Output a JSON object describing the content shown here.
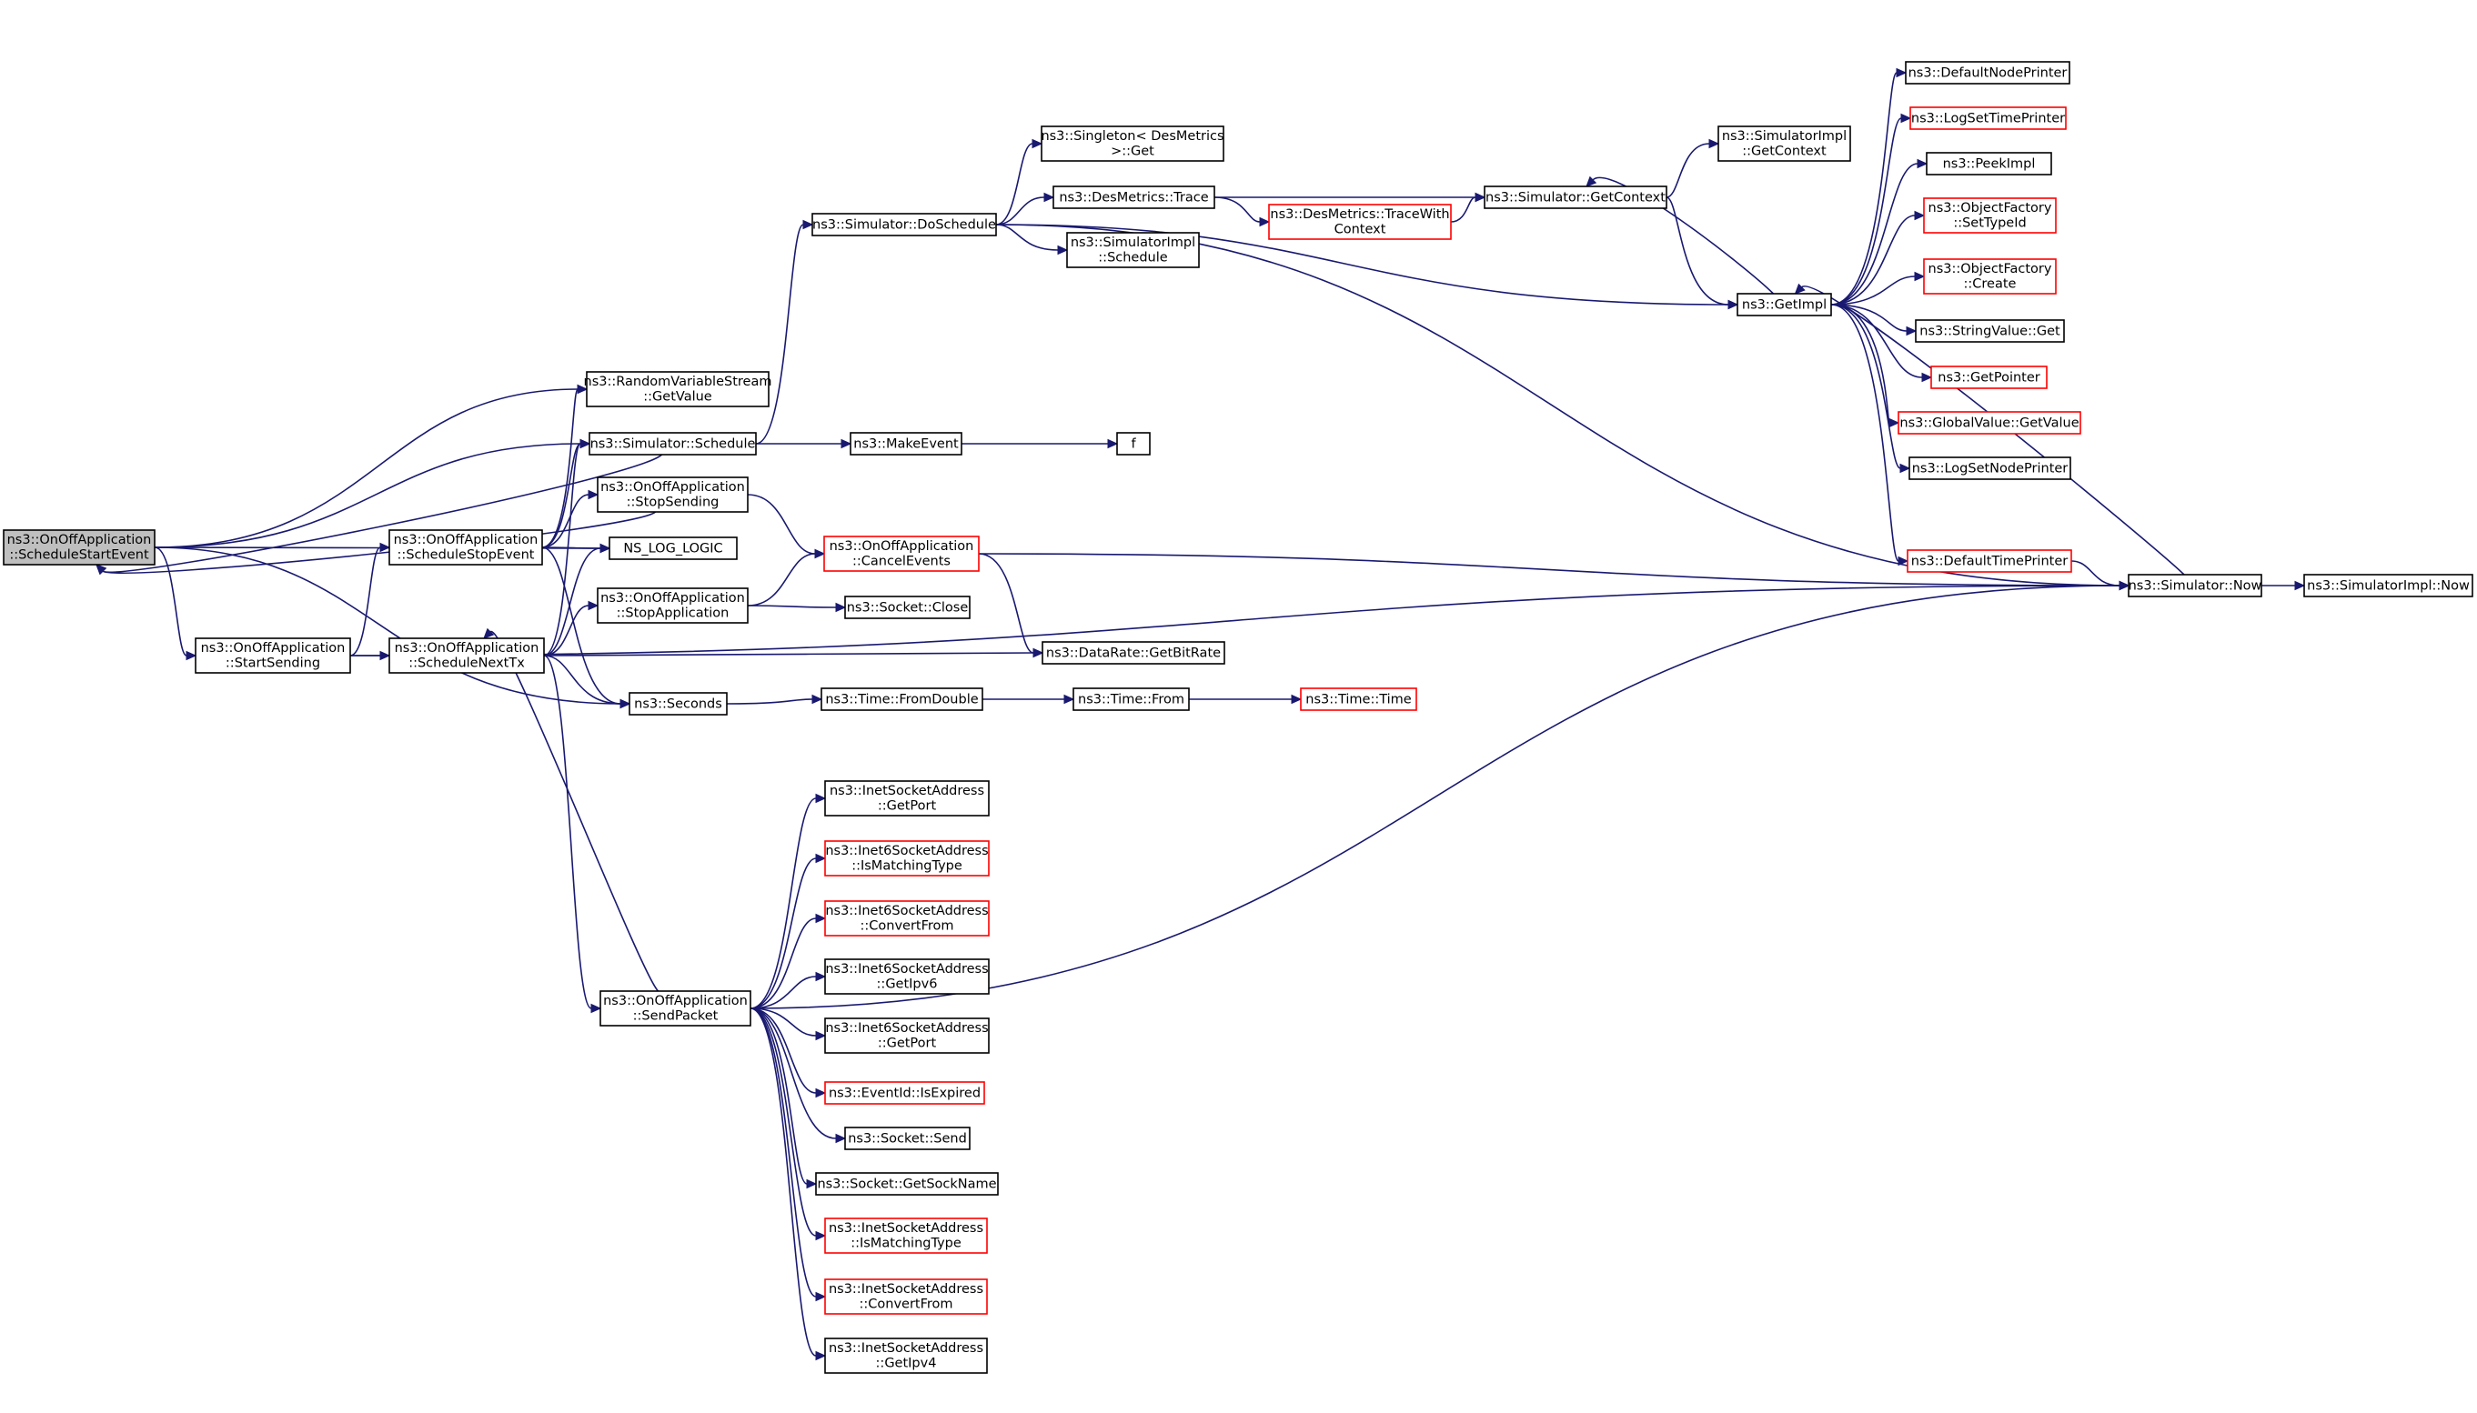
{
  "colors": {
    "edge": "#191970",
    "border_default": "#000000",
    "border_truncated": "#ff0000",
    "fill_default": "#ffffff",
    "fill_root": "#bfbfbf"
  },
  "nodes": [
    {
      "id": "root",
      "lines": [
        "ns3::OnOffApplication",
        "::ScheduleStartEvent"
      ],
      "style": "root"
    },
    {
      "id": "startSending",
      "lines": [
        "ns3::OnOffApplication",
        "::StartSending"
      ],
      "style": "normal"
    },
    {
      "id": "scheduleStopEvent",
      "lines": [
        "ns3::OnOffApplication",
        "::ScheduleStopEvent"
      ],
      "style": "normal"
    },
    {
      "id": "scheduleNextTx",
      "lines": [
        "ns3::OnOffApplication",
        "::ScheduleNextTx"
      ],
      "style": "normal"
    },
    {
      "id": "getValueRVS",
      "lines": [
        "ns3::RandomVariableStream",
        "::GetValue"
      ],
      "style": "normal"
    },
    {
      "id": "simSchedule",
      "lines": [
        "ns3::Simulator::Schedule"
      ],
      "style": "normal"
    },
    {
      "id": "stopSending",
      "lines": [
        "ns3::OnOffApplication",
        "::StopSending"
      ],
      "style": "normal"
    },
    {
      "id": "nsLogLogic",
      "lines": [
        "NS_LOG_LOGIC"
      ],
      "style": "normal"
    },
    {
      "id": "stopApplication",
      "lines": [
        "ns3::OnOffApplication",
        "::StopApplication"
      ],
      "style": "normal"
    },
    {
      "id": "seconds",
      "lines": [
        "ns3::Seconds"
      ],
      "style": "normal"
    },
    {
      "id": "sendPacket",
      "lines": [
        "ns3::OnOffApplication",
        "::SendPacket"
      ],
      "style": "normal"
    },
    {
      "id": "doSchedule",
      "lines": [
        "ns3::Simulator::DoSchedule"
      ],
      "style": "normal"
    },
    {
      "id": "makeEvent",
      "lines": [
        "ns3::MakeEvent"
      ],
      "style": "normal"
    },
    {
      "id": "f",
      "lines": [
        "f"
      ],
      "style": "normal"
    },
    {
      "id": "cancelEvents",
      "lines": [
        "ns3::OnOffApplication",
        "::CancelEvents"
      ],
      "style": "truncated"
    },
    {
      "id": "socketClose",
      "lines": [
        "ns3::Socket::Close"
      ],
      "style": "normal"
    },
    {
      "id": "getBitRate",
      "lines": [
        "ns3::DataRate::GetBitRate"
      ],
      "style": "normal"
    },
    {
      "id": "fromDouble",
      "lines": [
        "ns3::Time::FromDouble"
      ],
      "style": "normal"
    },
    {
      "id": "timeFrom",
      "lines": [
        "ns3::Time::From"
      ],
      "style": "normal"
    },
    {
      "id": "timeTime",
      "lines": [
        "ns3::Time::Time"
      ],
      "style": "truncated"
    },
    {
      "id": "singletonGet",
      "lines": [
        "ns3::Singleton< DesMetrics",
        ">::Get"
      ],
      "style": "normal"
    },
    {
      "id": "desTrace",
      "lines": [
        "ns3::DesMetrics::Trace"
      ],
      "style": "normal"
    },
    {
      "id": "simImplSchedule",
      "lines": [
        "ns3::SimulatorImpl",
        "::Schedule"
      ],
      "style": "normal"
    },
    {
      "id": "traceWithContext",
      "lines": [
        "ns3::DesMetrics::TraceWith",
        "Context"
      ],
      "style": "truncated"
    },
    {
      "id": "simGetContext",
      "lines": [
        "ns3::Simulator::GetContext"
      ],
      "style": "normal"
    },
    {
      "id": "simImplGetContext",
      "lines": [
        "ns3::SimulatorImpl",
        "::GetContext"
      ],
      "style": "normal"
    },
    {
      "id": "getImpl",
      "lines": [
        "ns3::GetImpl"
      ],
      "style": "normal"
    },
    {
      "id": "defaultNodePrinter",
      "lines": [
        "ns3::DefaultNodePrinter"
      ],
      "style": "normal"
    },
    {
      "id": "logSetTimePrinter",
      "lines": [
        "ns3::LogSetTimePrinter"
      ],
      "style": "truncated"
    },
    {
      "id": "peekImpl",
      "lines": [
        "ns3::PeekImpl"
      ],
      "style": "normal"
    },
    {
      "id": "ofSetTypeId",
      "lines": [
        "ns3::ObjectFactory",
        "::SetTypeId"
      ],
      "style": "truncated"
    },
    {
      "id": "ofCreate",
      "lines": [
        "ns3::ObjectFactory",
        "::Create"
      ],
      "style": "truncated"
    },
    {
      "id": "stringValueGet",
      "lines": [
        "ns3::StringValue::Get"
      ],
      "style": "normal"
    },
    {
      "id": "getPointer",
      "lines": [
        "ns3::GetPointer"
      ],
      "style": "truncated"
    },
    {
      "id": "globalValueGetValue",
      "lines": [
        "ns3::GlobalValue::GetValue"
      ],
      "style": "truncated"
    },
    {
      "id": "logSetNodePrinter",
      "lines": [
        "ns3::LogSetNodePrinter"
      ],
      "style": "normal"
    },
    {
      "id": "defaultTimePrinter",
      "lines": [
        "ns3::DefaultTimePrinter"
      ],
      "style": "truncated"
    },
    {
      "id": "simNow",
      "lines": [
        "ns3::Simulator::Now"
      ],
      "style": "normal"
    },
    {
      "id": "simImplNow",
      "lines": [
        "ns3::SimulatorImpl::Now"
      ],
      "style": "normal"
    },
    {
      "id": "inetGetPort",
      "lines": [
        "ns3::InetSocketAddress",
        "::GetPort"
      ],
      "style": "normal"
    },
    {
      "id": "inet6IsMatchingType",
      "lines": [
        "ns3::Inet6SocketAddress",
        "::IsMatchingType"
      ],
      "style": "truncated"
    },
    {
      "id": "inet6ConvertFrom",
      "lines": [
        "ns3::Inet6SocketAddress",
        "::ConvertFrom"
      ],
      "style": "truncated"
    },
    {
      "id": "inet6GetIpv6",
      "lines": [
        "ns3::Inet6SocketAddress",
        "::GetIpv6"
      ],
      "style": "normal"
    },
    {
      "id": "inet6GetPort",
      "lines": [
        "ns3::Inet6SocketAddress",
        "::GetPort"
      ],
      "style": "normal"
    },
    {
      "id": "eventIdIsExpired",
      "lines": [
        "ns3::EventId::IsExpired"
      ],
      "style": "truncated"
    },
    {
      "id": "socketSend",
      "lines": [
        "ns3::Socket::Send"
      ],
      "style": "normal"
    },
    {
      "id": "socketGetSockName",
      "lines": [
        "ns3::Socket::GetSockName"
      ],
      "style": "normal"
    },
    {
      "id": "inetIsMatchingType",
      "lines": [
        "ns3::InetSocketAddress",
        "::IsMatchingType"
      ],
      "style": "truncated"
    },
    {
      "id": "inetConvertFrom",
      "lines": [
        "ns3::InetSocketAddress",
        "::ConvertFrom"
      ],
      "style": "truncated"
    },
    {
      "id": "inetGetIpv4",
      "lines": [
        "ns3::InetSocketAddress",
        "::GetIpv4"
      ],
      "style": "normal"
    }
  ],
  "edges": [
    [
      "root",
      "getValueRVS"
    ],
    [
      "root",
      "simSchedule"
    ],
    [
      "root",
      "nsLogLogic"
    ],
    [
      "root",
      "startSending"
    ],
    [
      "root",
      "seconds"
    ],
    [
      "startSending",
      "scheduleStopEvent"
    ],
    [
      "startSending",
      "scheduleNextTx"
    ],
    [
      "startSending",
      "simNow"
    ],
    [
      "scheduleStopEvent",
      "getValueRVS"
    ],
    [
      "scheduleStopEvent",
      "simSchedule"
    ],
    [
      "scheduleStopEvent",
      "stopSending"
    ],
    [
      "scheduleStopEvent",
      "nsLogLogic"
    ],
    [
      "scheduleStopEvent",
      "seconds"
    ],
    [
      "stopSending",
      "root"
    ],
    [
      "stopSending",
      "cancelEvents"
    ],
    [
      "scheduleNextTx",
      "simSchedule"
    ],
    [
      "scheduleNextTx",
      "nsLogLogic"
    ],
    [
      "scheduleNextTx",
      "stopApplication"
    ],
    [
      "scheduleNextTx",
      "getBitRate"
    ],
    [
      "scheduleNextTx",
      "seconds"
    ],
    [
      "scheduleNextTx",
      "sendPacket"
    ],
    [
      "sendPacket",
      "scheduleNextTx"
    ],
    [
      "simSchedule",
      "root"
    ],
    [
      "simSchedule",
      "doSchedule"
    ],
    [
      "simSchedule",
      "makeEvent"
    ],
    [
      "makeEvent",
      "f"
    ],
    [
      "stopApplication",
      "cancelEvents"
    ],
    [
      "stopApplication",
      "socketClose"
    ],
    [
      "cancelEvents",
      "getBitRate"
    ],
    [
      "cancelEvents",
      "simNow"
    ],
    [
      "seconds",
      "fromDouble"
    ],
    [
      "fromDouble",
      "timeFrom"
    ],
    [
      "timeFrom",
      "timeTime"
    ],
    [
      "doSchedule",
      "singletonGet"
    ],
    [
      "doSchedule",
      "desTrace"
    ],
    [
      "doSchedule",
      "simImplSchedule"
    ],
    [
      "doSchedule",
      "getImpl"
    ],
    [
      "doSchedule",
      "simNow"
    ],
    [
      "desTrace",
      "simGetContext"
    ],
    [
      "desTrace",
      "traceWithContext"
    ],
    [
      "traceWithContext",
      "simGetContext"
    ],
    [
      "simGetContext",
      "simImplGetContext"
    ],
    [
      "simGetContext",
      "getImpl"
    ],
    [
      "getImpl",
      "simGetContext"
    ],
    [
      "getImpl",
      "defaultNodePrinter"
    ],
    [
      "getImpl",
      "logSetTimePrinter"
    ],
    [
      "getImpl",
      "peekImpl"
    ],
    [
      "getImpl",
      "ofSetTypeId"
    ],
    [
      "getImpl",
      "ofCreate"
    ],
    [
      "getImpl",
      "stringValueGet"
    ],
    [
      "getImpl",
      "getPointer"
    ],
    [
      "getImpl",
      "globalValueGetValue"
    ],
    [
      "getImpl",
      "logSetNodePrinter"
    ],
    [
      "getImpl",
      "defaultTimePrinter"
    ],
    [
      "defaultTimePrinter",
      "simNow"
    ],
    [
      "simNow",
      "getImpl"
    ],
    [
      "simNow",
      "simImplNow"
    ],
    [
      "sendPacket",
      "simNow"
    ],
    [
      "sendPacket",
      "inetGetPort"
    ],
    [
      "sendPacket",
      "inet6IsMatchingType"
    ],
    [
      "sendPacket",
      "inet6ConvertFrom"
    ],
    [
      "sendPacket",
      "inet6GetIpv6"
    ],
    [
      "sendPacket",
      "inet6GetPort"
    ],
    [
      "sendPacket",
      "eventIdIsExpired"
    ],
    [
      "sendPacket",
      "socketSend"
    ],
    [
      "sendPacket",
      "socketGetSockName"
    ],
    [
      "sendPacket",
      "inetIsMatchingType"
    ],
    [
      "sendPacket",
      "inetConvertFrom"
    ],
    [
      "sendPacket",
      "inetGetIpv4"
    ]
  ]
}
